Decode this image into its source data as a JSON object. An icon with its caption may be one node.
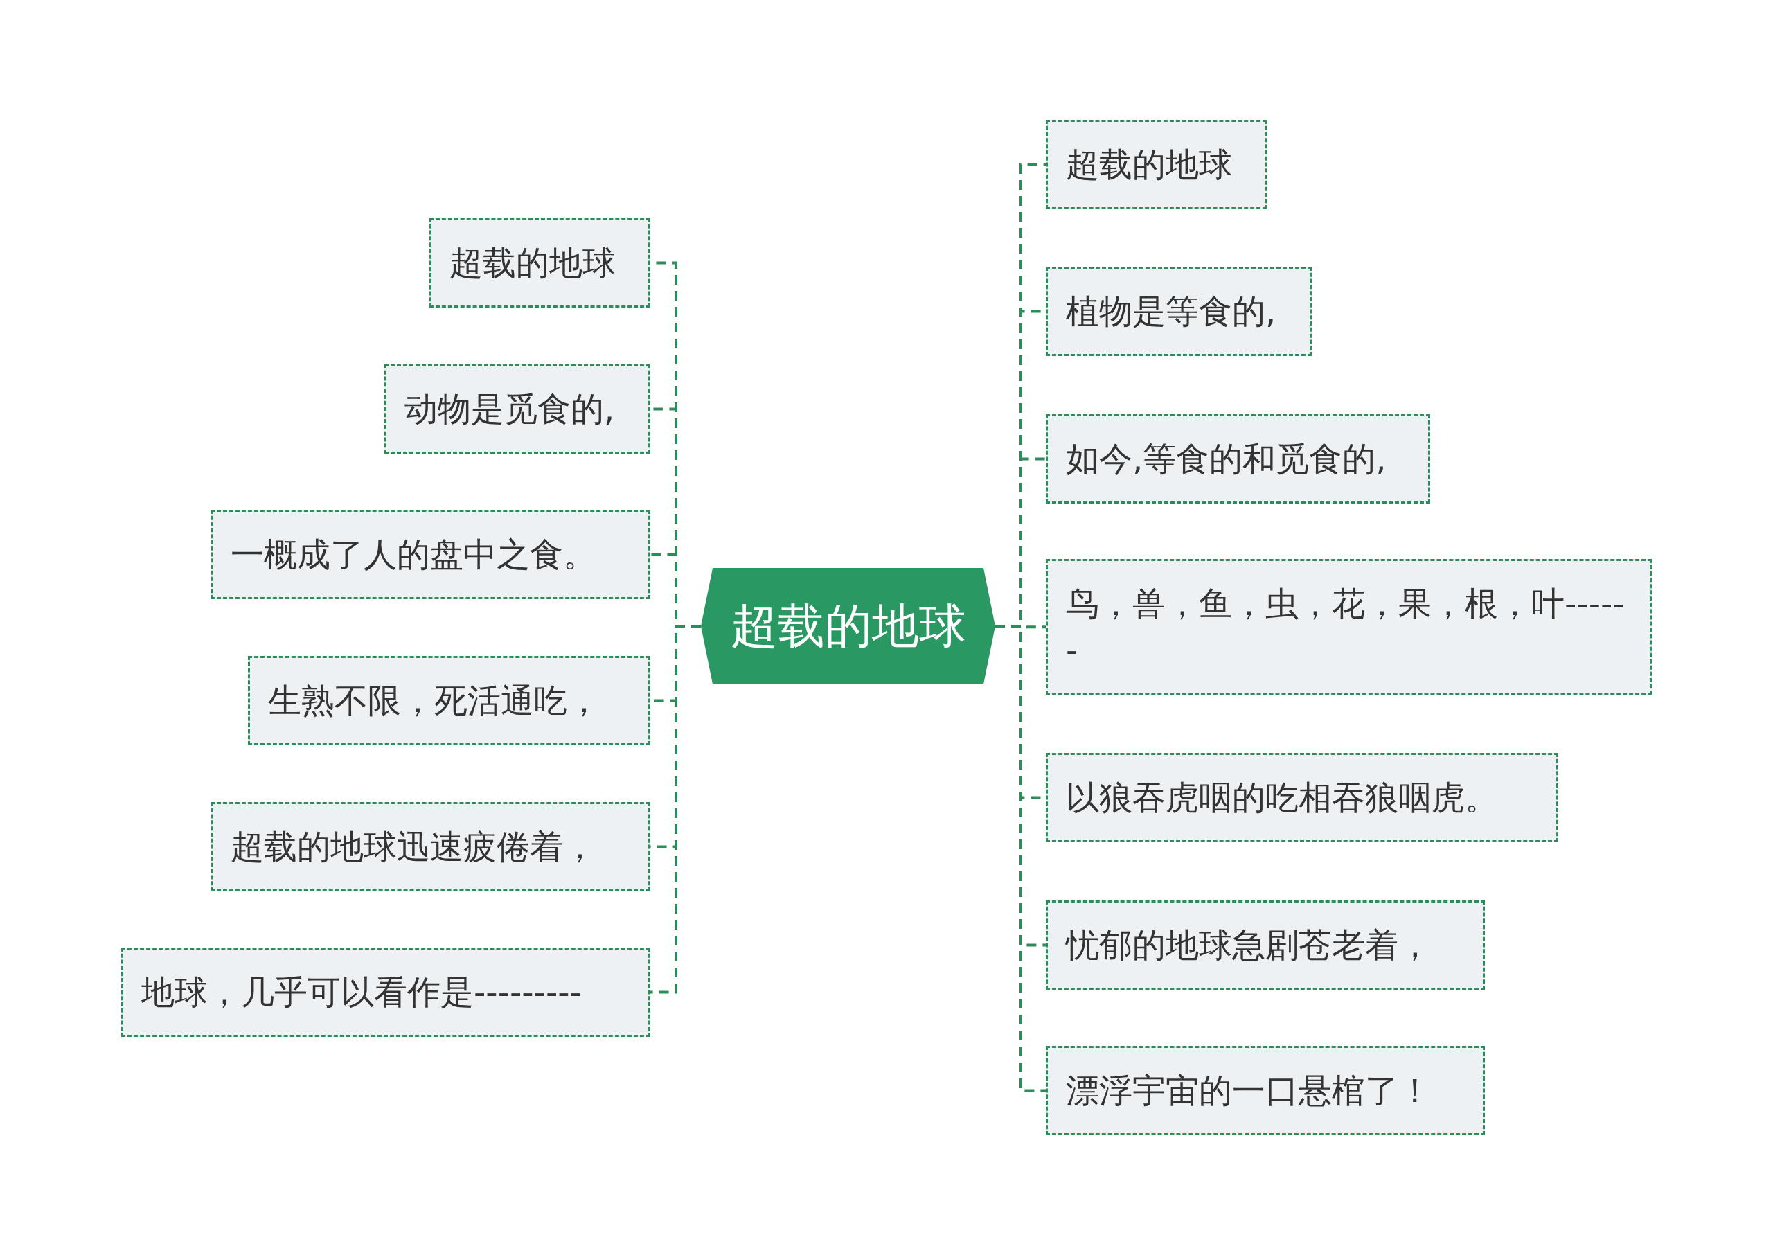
{
  "diagram": {
    "nodes": [
      {
        "text": [
          "超载的地球"
        ]
      },
      {
        "text": [
          "超载的地球"
        ]
      },
      {
        "text": [
          "植物是等食的,"
        ]
      },
      {
        "text": [
          "如今,等食的和觅食的,"
        ]
      },
      {
        "text": [
          "鸟，兽，鱼，虫，花，果，根，叶------"
        ]
      },
      {
        "text": [
          "以狼吞虎咽的吃相吞狼咽虎。"
        ]
      },
      {
        "text": [
          "忧郁的地球急剧苍老着，"
        ]
      },
      {
        "text": [
          "漂浮宇宙的一口悬棺了！"
        ]
      },
      {
        "text": [
          "超载的地球"
        ]
      },
      {
        "text": [
          "动物是觅食的,"
        ]
      },
      {
        "text": [
          "一概成了人的盘中之食。"
        ]
      },
      {
        "text": [
          "生熟不限，死活通吃，"
        ]
      },
      {
        "text": [
          "超载的地球迅速疲倦着，"
        ]
      },
      {
        "text": [
          "地球，几乎可以看作是---------"
        ]
      }
    ],
    "edges": [
      {
        "from": 0,
        "to": 1,
        "arrow": "none",
        "style": "dashed"
      },
      {
        "from": 0,
        "to": 2,
        "arrow": "none",
        "style": "dashed"
      },
      {
        "from": 0,
        "to": 3,
        "arrow": "none",
        "style": "dashed"
      },
      {
        "from": 0,
        "to": 4,
        "arrow": "none",
        "style": "dashed"
      },
      {
        "from": 0,
        "to": 5,
        "arrow": "none",
        "style": "dashed"
      },
      {
        "from": 0,
        "to": 6,
        "arrow": "none",
        "style": "dashed"
      },
      {
        "from": 0,
        "to": 7,
        "arrow": "none",
        "style": "dashed"
      },
      {
        "from": 0,
        "to": 8,
        "arrow": "none",
        "style": "dashed"
      },
      {
        "from": 0,
        "to": 9,
        "arrow": "none",
        "style": "dashed"
      },
      {
        "from": 0,
        "to": 10,
        "arrow": "none",
        "style": "dashed"
      },
      {
        "from": 0,
        "to": 11,
        "arrow": "none",
        "style": "dashed"
      },
      {
        "from": 0,
        "to": 12,
        "arrow": "none",
        "style": "dashed"
      },
      {
        "from": 0,
        "to": 13,
        "arrow": "none",
        "style": "dashed"
      }
    ]
  }
}
